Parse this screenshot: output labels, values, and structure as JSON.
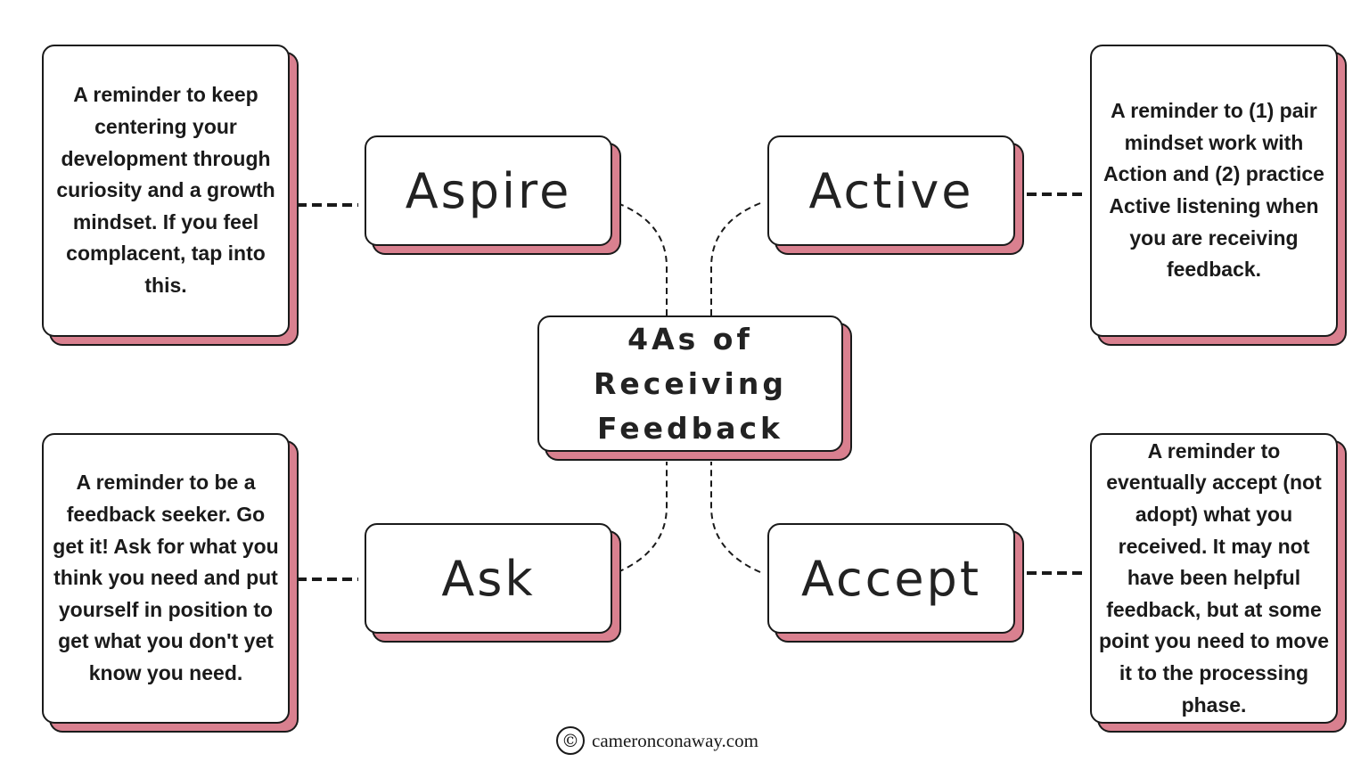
{
  "center": {
    "title": "4As of\nReceiving\nFeedback"
  },
  "nodes": {
    "aspire": {
      "label": "Aspire",
      "description": "A reminder to keep centering your development through curiosity and a growth mindset. If you feel complacent, tap into this."
    },
    "active": {
      "label": "Active",
      "description": "A reminder to (1) pair mindset work with Action and (2) practice Active listening when you are receiving feedback."
    },
    "ask": {
      "label": "Ask",
      "description": "A reminder to be a feedback seeker. Go get it! Ask for what you think you need and put yourself in position to get what you don't yet know you need."
    },
    "accept": {
      "label": "Accept",
      "description": "A reminder to eventually accept (not adopt) what you received. It may not have been helpful feedback, but at some point you need to move it to the processing phase."
    }
  },
  "footer": {
    "icon": "copyright-icon",
    "text": "cameronconaway.com"
  },
  "colors": {
    "accent": "#d9808f",
    "outline": "#1a1a1a",
    "background": "#ffffff"
  }
}
